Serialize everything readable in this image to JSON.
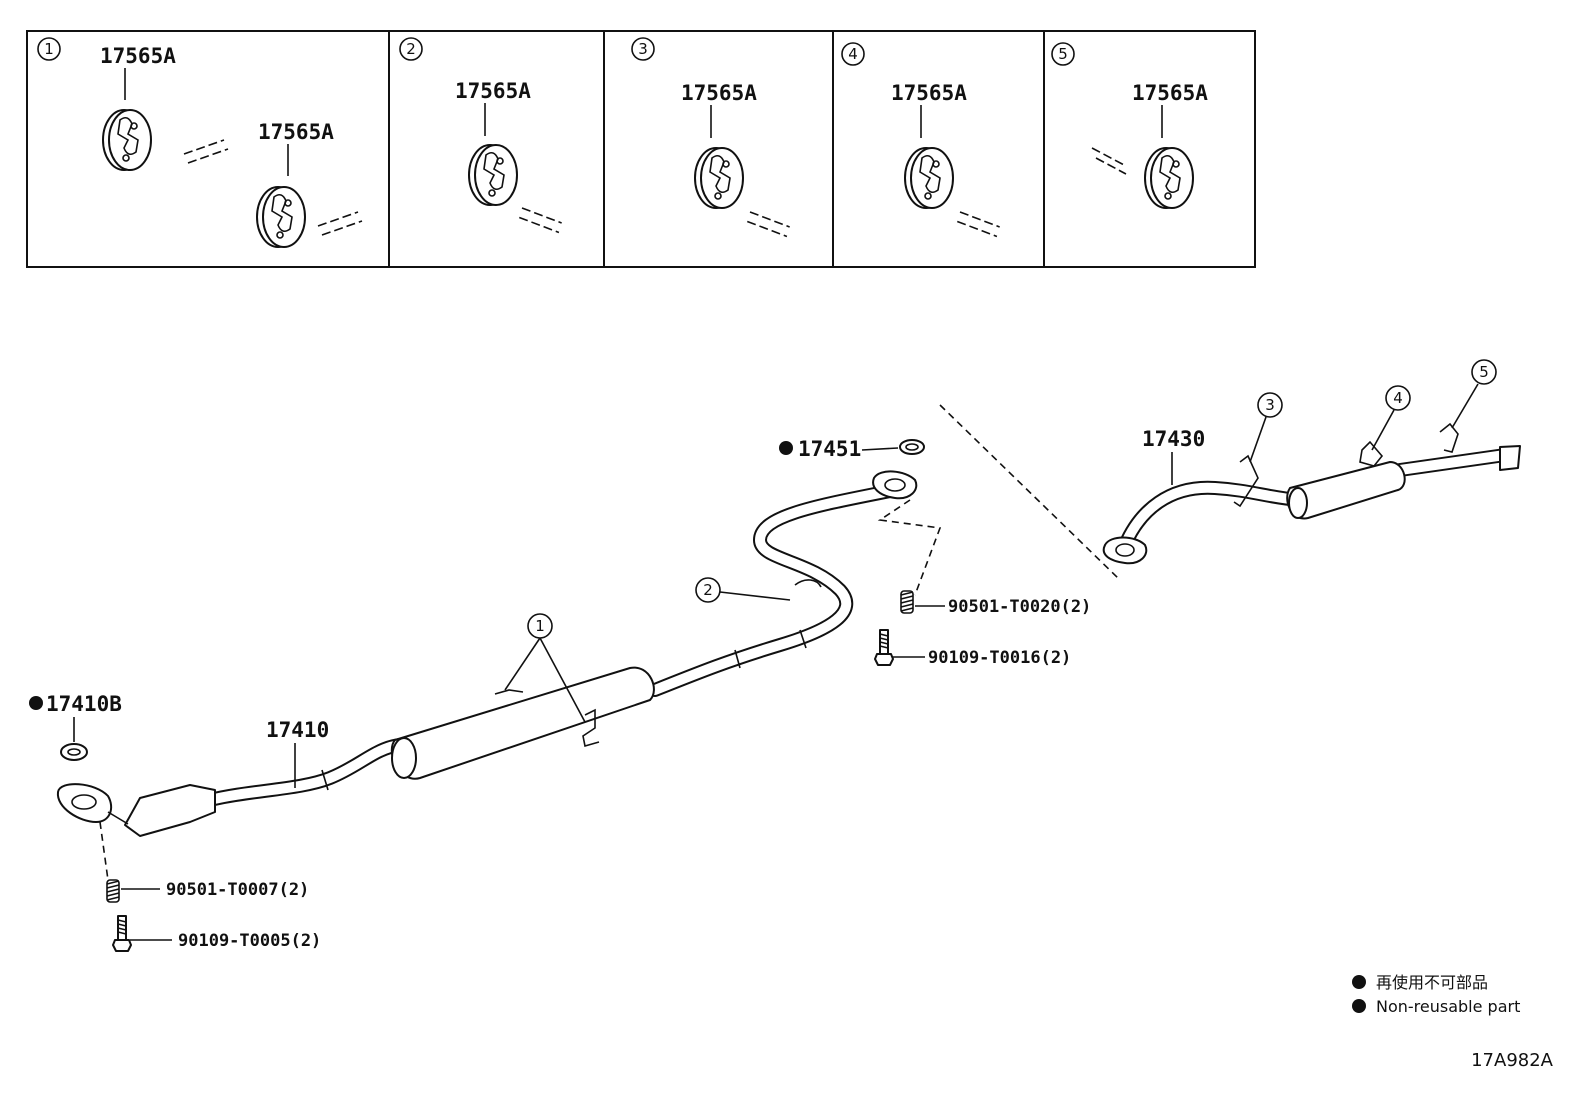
{
  "insets": [
    {
      "num": "1",
      "labels": [
        "17565A",
        "17565A"
      ]
    },
    {
      "num": "2",
      "labels": [
        "17565A"
      ]
    },
    {
      "num": "3",
      "labels": [
        "17565A"
      ]
    },
    {
      "num": "4",
      "labels": [
        "17565A"
      ]
    },
    {
      "num": "5",
      "labels": [
        "17565A"
      ]
    }
  ],
  "callouts": [
    "1",
    "2",
    "3",
    "4",
    "5"
  ],
  "parts": {
    "p17451": "17451",
    "p17430": "17430",
    "p17410": "17410",
    "p17410B": "17410B",
    "p90501_T0020": "90501-T0020(2)",
    "p90109_T0016": "90109-T0016(2)",
    "p90501_T0007": "90501-T0007(2)",
    "p90109_T0005": "90109-T0005(2)"
  },
  "legend": {
    "jp": "再使用不可部品",
    "en": "Non-reusable part"
  },
  "diagram_code": "17A982A",
  "colors": {
    "line": "#111111",
    "background": "#ffffff"
  }
}
